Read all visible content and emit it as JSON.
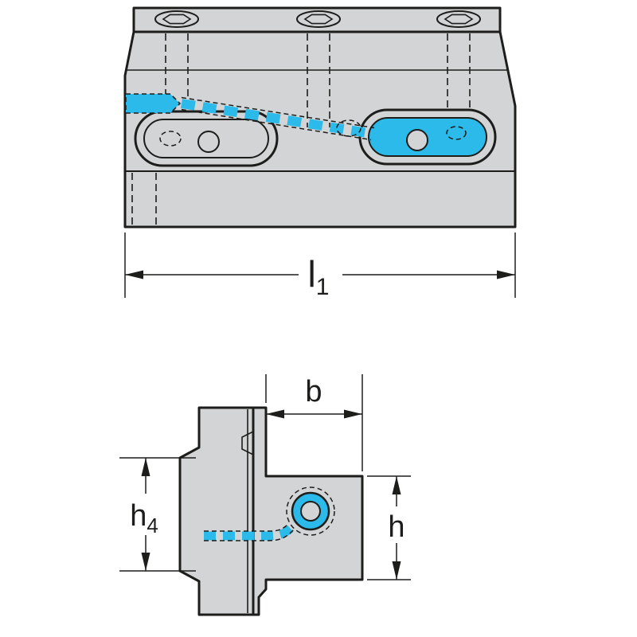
{
  "drawing": {
    "dimension_labels": {
      "l1": {
        "base": "l",
        "sub": "1"
      },
      "b": "b",
      "h4": {
        "base": "h",
        "sub": "4"
      },
      "h": "h"
    },
    "colors": {
      "background": "#ffffff",
      "part_fill": "#d2d4d5",
      "line": "#1d1d1b",
      "coolant": "#2bbae9"
    },
    "icons": {
      "screw": "hex-socket-screw-icon"
    }
  }
}
